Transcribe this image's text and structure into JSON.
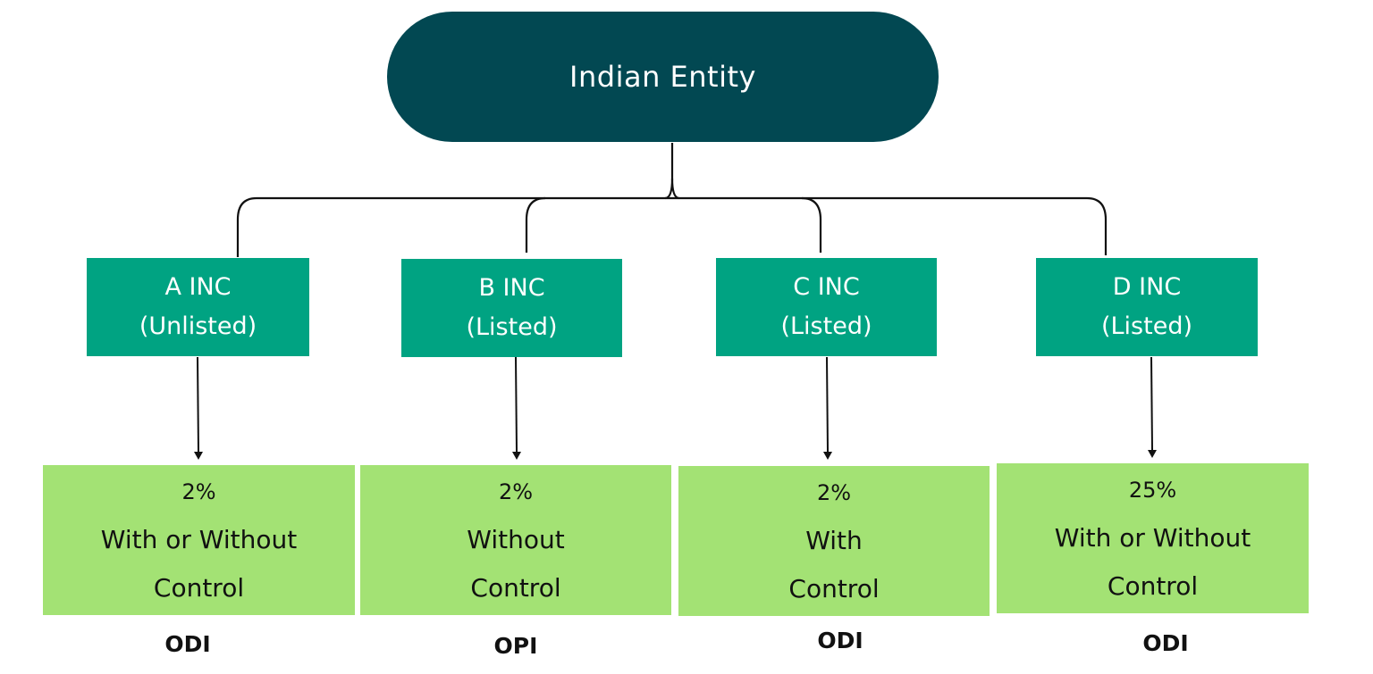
{
  "root": {
    "label": "Indian Entity"
  },
  "entities": [
    {
      "name": "A INC",
      "status": "(Unlisted)"
    },
    {
      "name": "B INC",
      "status": "(Listed)"
    },
    {
      "name": "C INC",
      "status": "(Listed)"
    },
    {
      "name": "D INC",
      "status": "(Listed)"
    }
  ],
  "outcomes": [
    {
      "percent": "2%",
      "line1": "With or Without",
      "line2": "Control",
      "route": "ODI"
    },
    {
      "percent": "2%",
      "line1": "Without",
      "line2": "Control",
      "route": "OPI"
    },
    {
      "percent": "2%",
      "line1": "With",
      "line2": "Control",
      "route": "ODI"
    },
    {
      "percent": "25%",
      "line1": "With or Without",
      "line2": "Control",
      "route": "ODI"
    }
  ],
  "colors": {
    "root_fill": "#024852",
    "entity_fill": "#00a382",
    "outcome_fill": "#a3e274",
    "connector": "#111111"
  }
}
